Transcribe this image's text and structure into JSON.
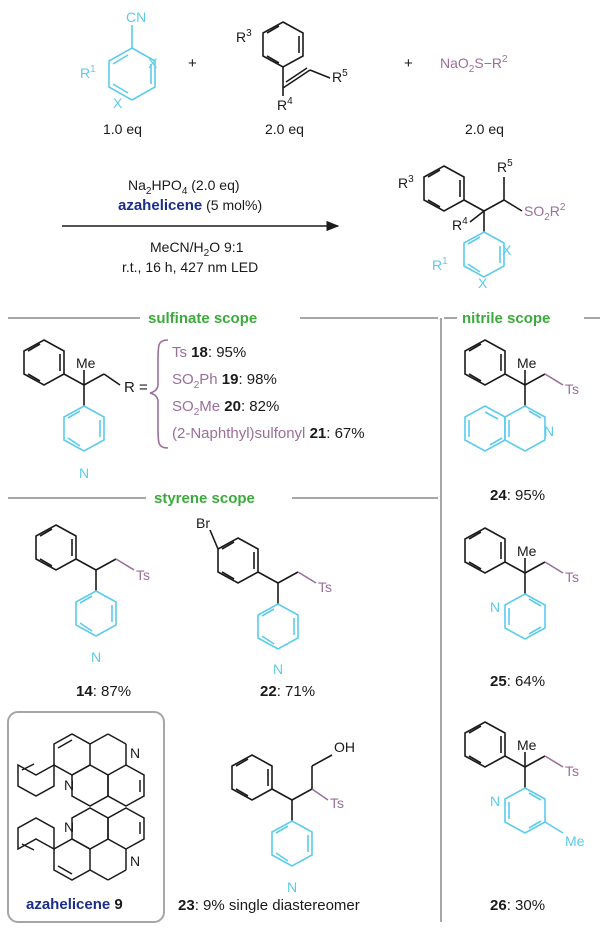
{
  "colors": {
    "nitrile": "#5ccbec",
    "sulfonyl": "#9a6f9a",
    "header": "#3caa3c",
    "catalyst": "#1c2e8a",
    "divider": "#a6a6a6"
  },
  "reagents": {
    "nitrile_cn": "CN",
    "nitrile_r": "R",
    "nitrile_r_sup": "1",
    "x_atom": "X",
    "styrene_r3": "R",
    "styrene_r3_sup": "3",
    "styrene_r4": "R",
    "styrene_r4_sup": "4",
    "styrene_r5": "R",
    "styrene_r5_sup": "5",
    "sulfinate_prefix": "NaO",
    "sulfinate_sub": "2",
    "sulfinate_mid": "S−R",
    "sulfinate_sup": "2",
    "plus": "+",
    "eq1": "1.0 eq",
    "eq2": "2.0 eq",
    "eq3": "2.0 eq"
  },
  "conditions": {
    "base_pre": "Na",
    "base_sub1": "2",
    "base_mid": "HPO",
    "base_sub2": "4",
    "base_post": " (2.0 eq)",
    "catalyst_name": "azahelicene",
    "catalyst_loading": " (5 mol%)",
    "solvent_pre": "MeCN/H",
    "solvent_sub": "2",
    "solvent_post": "O 9:1",
    "params": "r.t., 16 h, 427 nm LED"
  },
  "product": {
    "r3": "R",
    "r3_sup": "3",
    "r4": "R",
    "r4_sup": "4",
    "r5": "R",
    "r5_sup": "5",
    "r1": "R",
    "r1_sup": "1",
    "x_atom": "X",
    "so2_pre": "SO",
    "so2_sub": "2",
    "so2_post": "R",
    "so2_sup": "2"
  },
  "sections": {
    "sulfinate": "sulfinate scope",
    "nitrile": "nitrile scope",
    "styrene": "styrene scope"
  },
  "sulfinate_scope": {
    "me": "Me",
    "r_equals": "R =",
    "n": "N",
    "items": [
      {
        "pre": "Ts ",
        "num": "18",
        "post": ": 95%"
      },
      {
        "pre": "SO",
        "sub": "2",
        "pre2": "Ph ",
        "num": "19",
        "post": ": 98%"
      },
      {
        "pre": "SO",
        "sub": "2",
        "pre2": "Me ",
        "num": "20",
        "post": ": 82%"
      },
      {
        "pre": "(2-Naphthyl)sulfonyl ",
        "num": "21",
        "post": ": 67%"
      }
    ]
  },
  "styrene_scope": {
    "c14": {
      "num": "14",
      "yield": ": 87%",
      "ts": "Ts",
      "n": "N"
    },
    "c22": {
      "num": "22",
      "yield": ": 71%",
      "ts": "Ts",
      "n": "N",
      "br": "Br"
    },
    "c23": {
      "num": "23",
      "yield": ": 9% single diastereomer",
      "ts": "Ts",
      "n": "N",
      "oh": "OH"
    }
  },
  "nitrile_scope": {
    "c24": {
      "num": "24",
      "yield": ": 95%",
      "me": "Me",
      "ts": "Ts",
      "n": "N"
    },
    "c25": {
      "num": "25",
      "yield": ": 64%",
      "me": "Me",
      "ts": "Ts",
      "n": "N"
    },
    "c26": {
      "num": "26",
      "yield": ": 30%",
      "me": "Me",
      "ts": "Ts",
      "n": "N",
      "me2": "Me"
    }
  },
  "azahelicene": {
    "name": "azahelicene",
    "num": "9",
    "n": "N"
  }
}
